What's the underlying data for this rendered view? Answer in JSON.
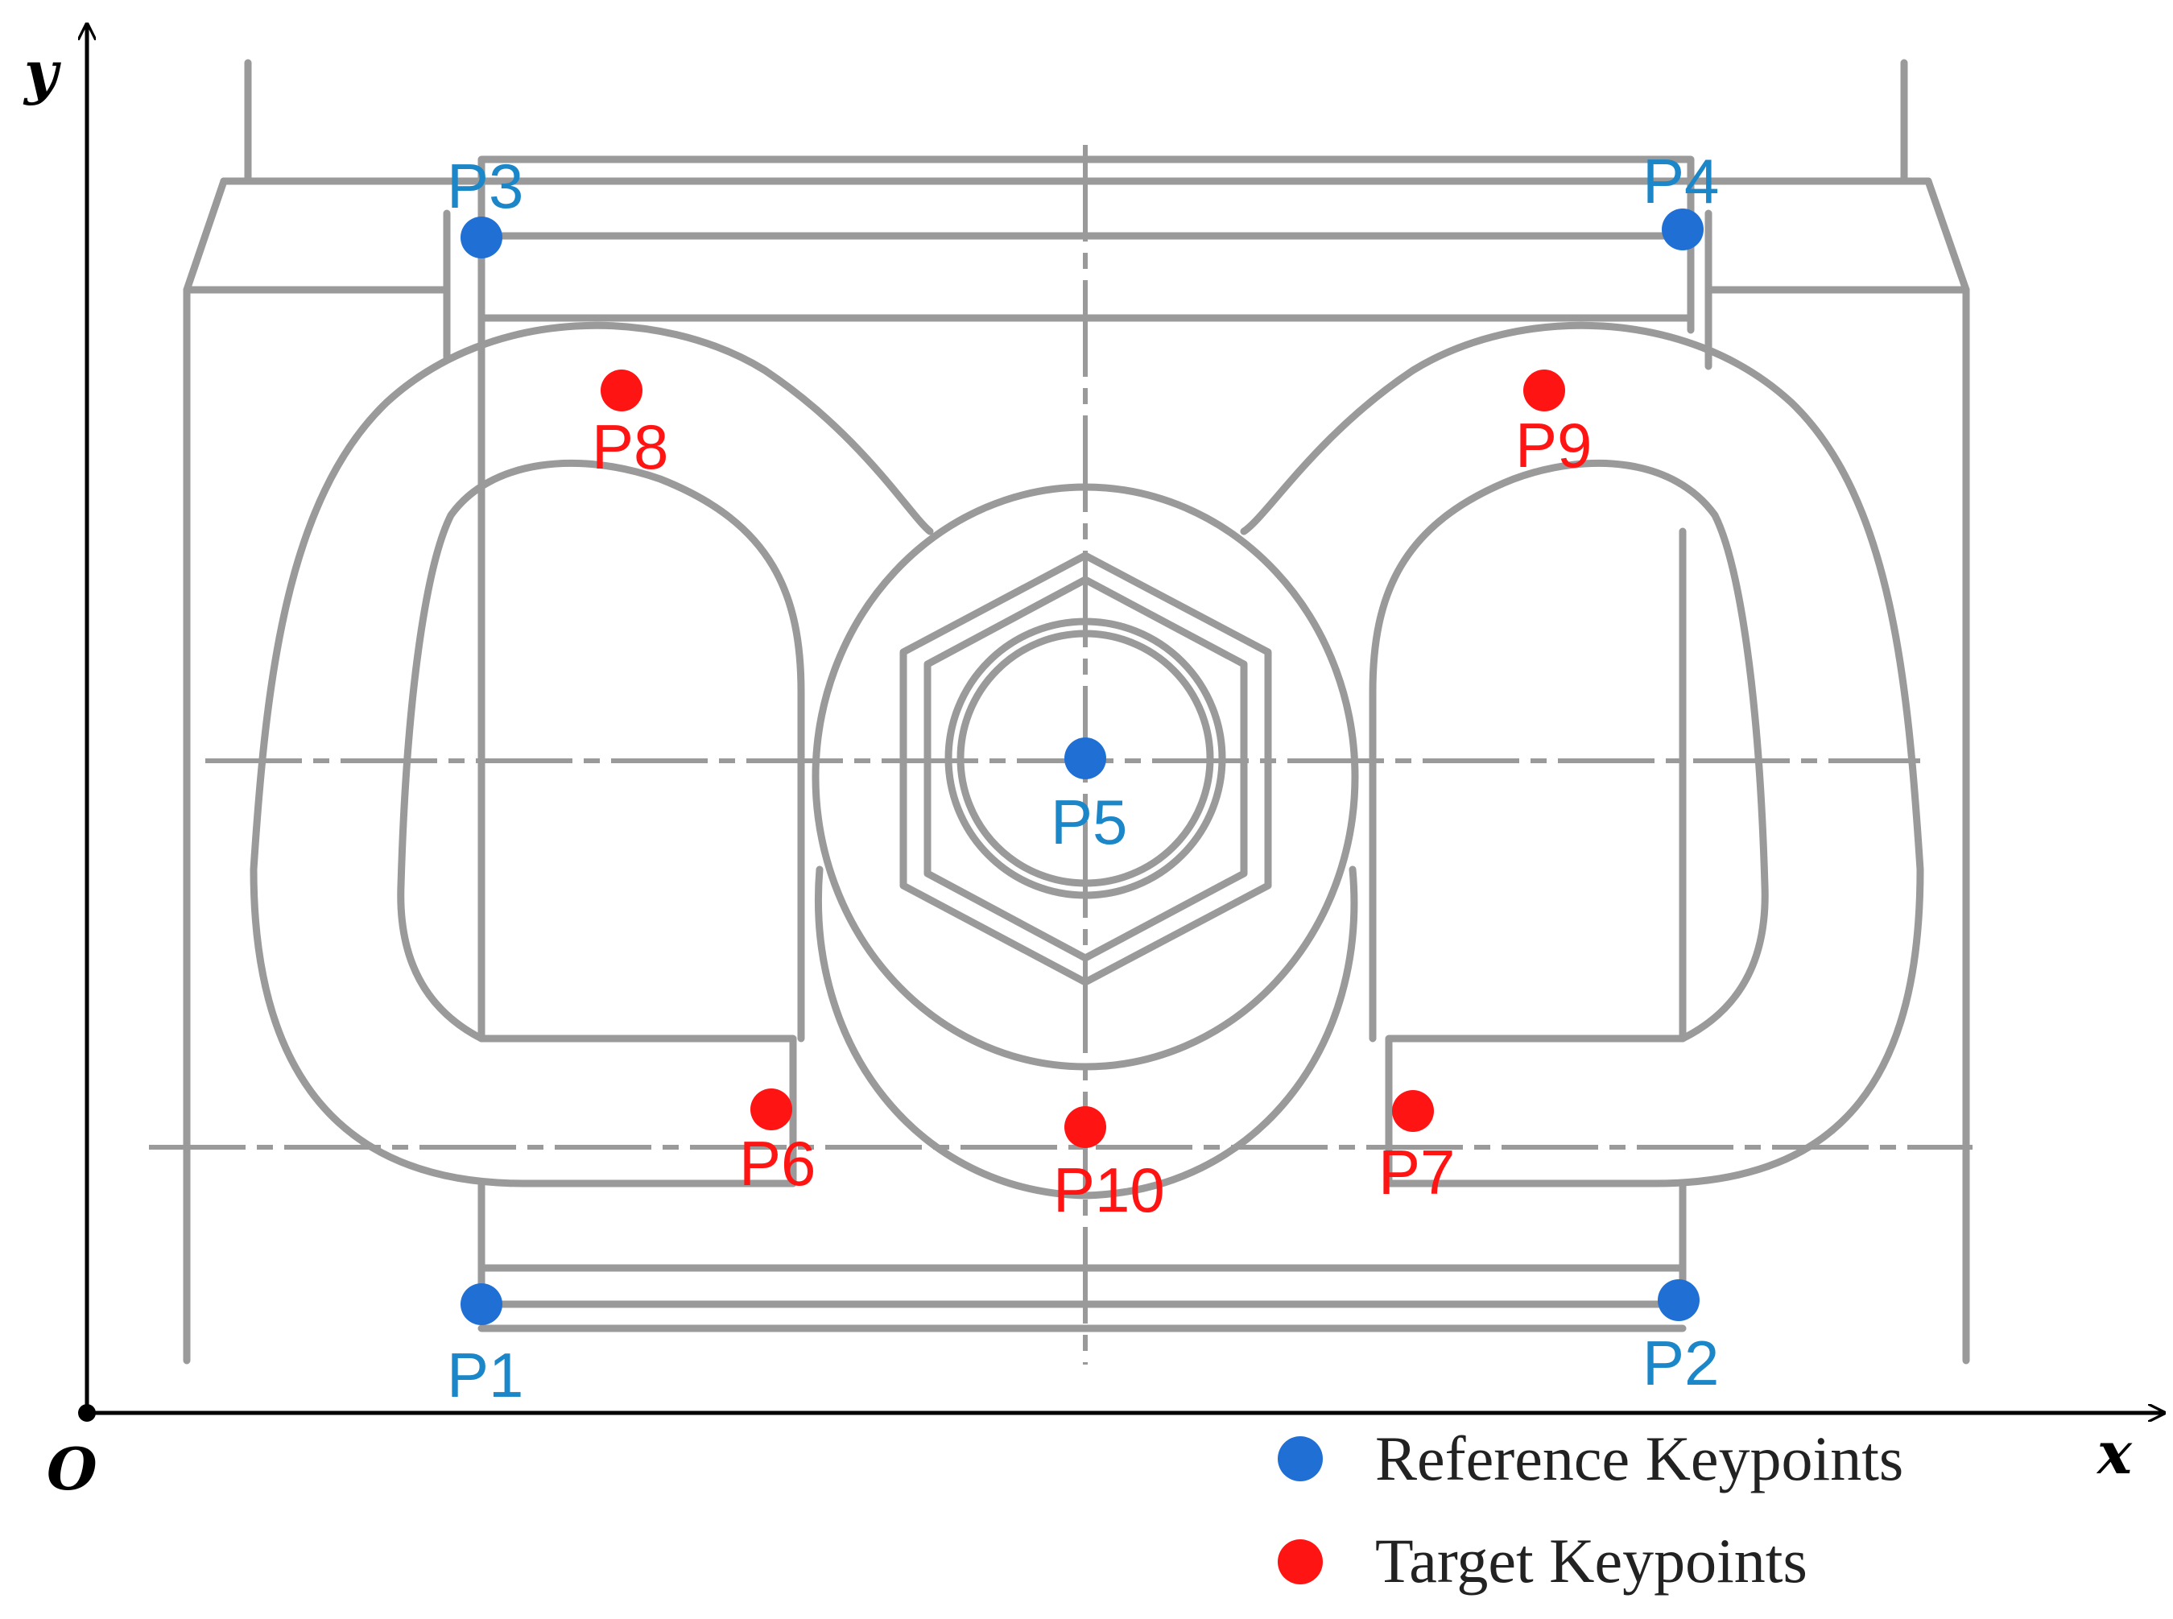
{
  "axes": {
    "x_label": "x",
    "y_label": "y",
    "origin_label": "O"
  },
  "colors": {
    "reference": "#1f6fd4",
    "reference_label": "#1b86c8",
    "target": "#ff1414",
    "drawing": "#9a9a9a"
  },
  "keypoints": [
    {
      "id": "P1",
      "label": "P1",
      "group": "reference"
    },
    {
      "id": "P2",
      "label": "P2",
      "group": "reference"
    },
    {
      "id": "P3",
      "label": "P3",
      "group": "reference"
    },
    {
      "id": "P4",
      "label": "P4",
      "group": "reference"
    },
    {
      "id": "P5",
      "label": "P5",
      "group": "reference"
    },
    {
      "id": "P6",
      "label": "P6",
      "group": "target"
    },
    {
      "id": "P7",
      "label": "P7",
      "group": "target"
    },
    {
      "id": "P8",
      "label": "P8",
      "group": "target"
    },
    {
      "id": "P9",
      "label": "P9",
      "group": "target"
    },
    {
      "id": "P10",
      "label": "P10",
      "group": "target"
    }
  ],
  "legend": {
    "reference": "Reference Keypoints",
    "target": "Target Keypoints"
  }
}
